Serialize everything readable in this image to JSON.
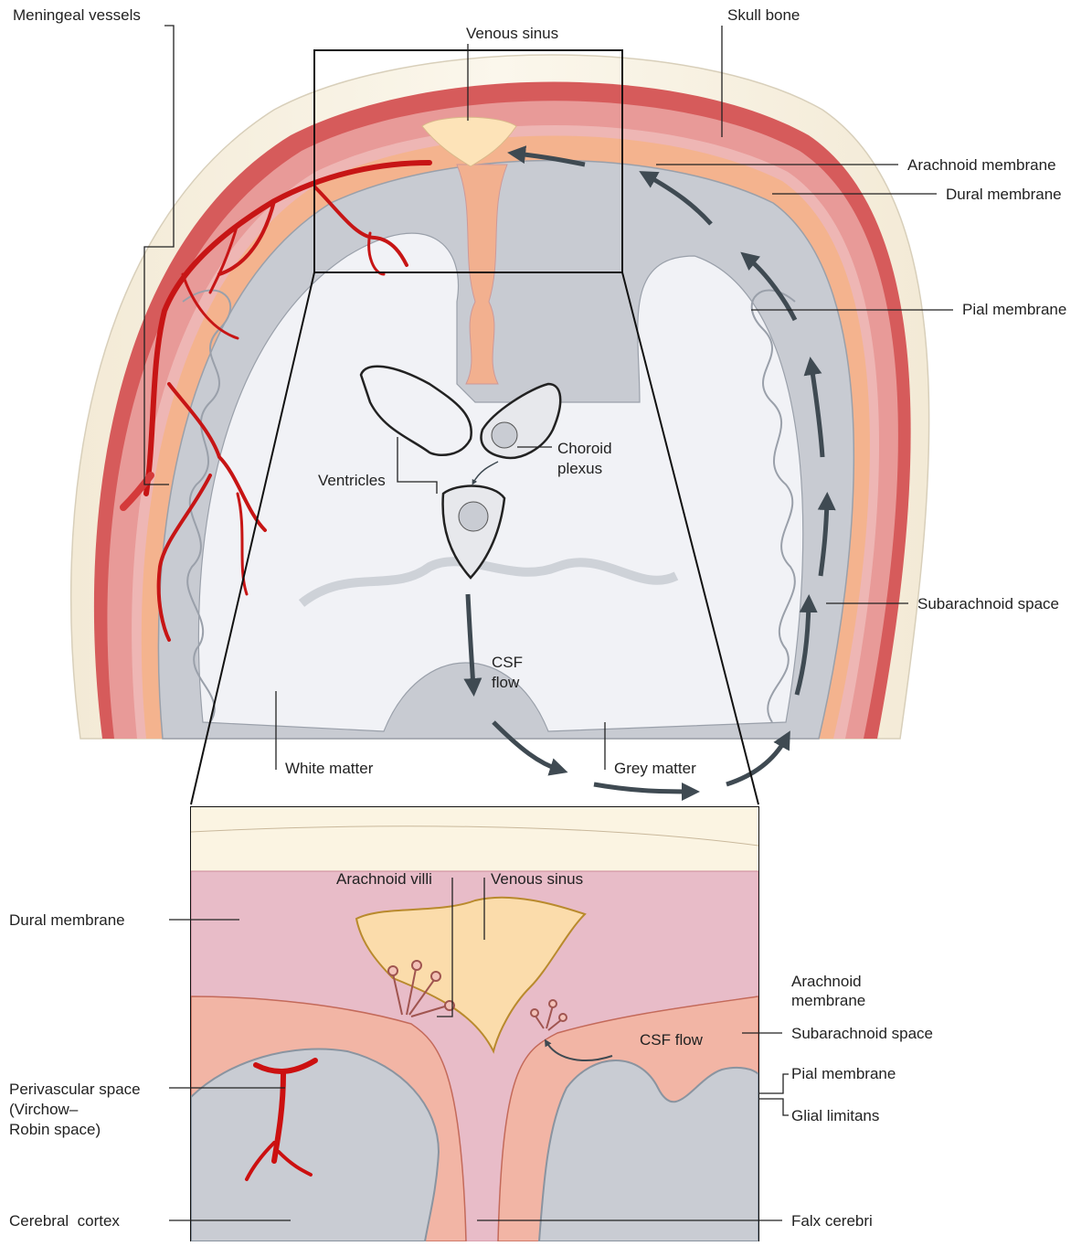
{
  "labels": {
    "meningeal_vessels": "Meningeal vessels",
    "venous_sinus_top": "Venous sinus",
    "skull_bone": "Skull bone",
    "arachnoid_membrane_top": "Arachnoid membrane",
    "dural_membrane_top": "Dural membrane",
    "pial_membrane_top": "Pial membrane",
    "choroid_plexus_1": "Choroid",
    "choroid_plexus_2": "plexus",
    "ventricles": "Ventricles",
    "subarachnoid_space_top": "Subarachnoid space",
    "csf_flow_1": "CSF",
    "csf_flow_2": "flow",
    "white_matter": "White matter",
    "grey_matter": "Grey matter",
    "arachnoid_villi": "Arachnoid villi",
    "venous_sinus_bottom": "Venous sinus",
    "dural_membrane_bottom": "Dural membrane",
    "arachnoid_membrane_bottom_1": "Arachnoid",
    "arachnoid_membrane_bottom_2": "membrane",
    "subarachnoid_space_bottom": "Subarachnoid space",
    "csf_flow_bottom": "CSF flow",
    "pial_membrane_bottom": "Pial membrane",
    "glial_limitans": "Glial limitans",
    "perivascular_1": "Perivascular space",
    "perivascular_2": "(Virchow–",
    "perivascular_3": "Robin space)",
    "cerebral_cortex": "Cerebral  cortex",
    "falx_cerebri": "Falx cerebri"
  },
  "colors": {
    "skull": "#f7f1e2",
    "dura": "#e7a2a2",
    "dura_dark": "#d14f4f",
    "subarachnoid": "#f3b290",
    "grey_matter": "#c9ccd3",
    "white_matter": "#f2f3f7",
    "vessel": "#cc1010",
    "arrow": "#3f4a52",
    "sinus": "#fbdeb0",
    "dura_inset": "#e8bcc8"
  }
}
